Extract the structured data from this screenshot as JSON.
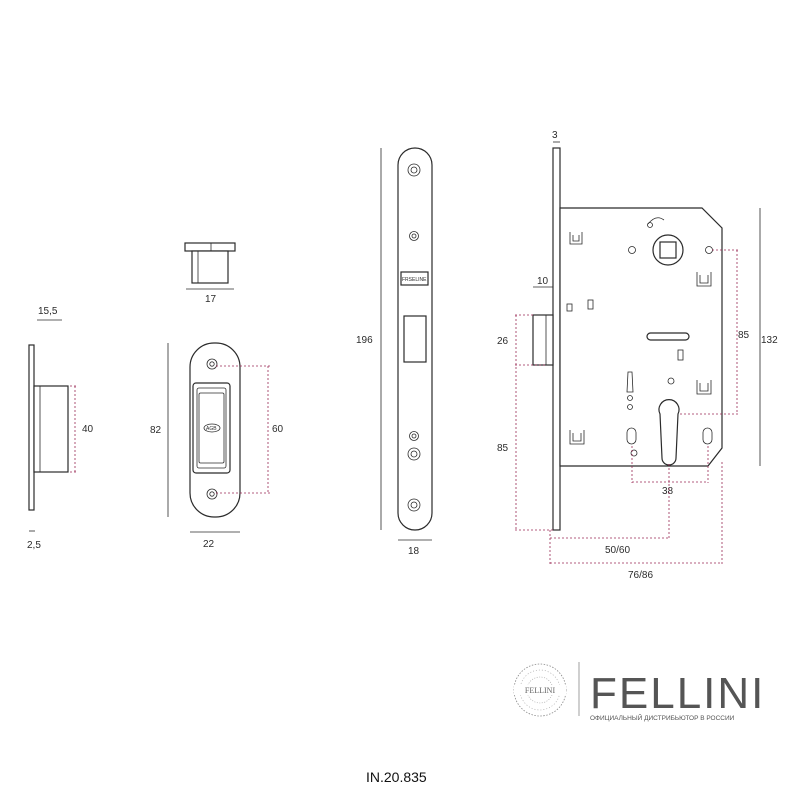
{
  "dimensions": {
    "strike_width": "15,5",
    "strike_height": "40",
    "strike_thickness": "2,5",
    "latch_width": "17",
    "plate_height": "82",
    "plate_hole_spacing": "60",
    "plate_width": "22",
    "faceplate_height": "196",
    "faceplate_width": "18",
    "faceplate_thickness": "3",
    "latch_projection": "10",
    "latch_height": "26",
    "latch_to_bottom": "85",
    "spindle_to_cylinder": "85",
    "case_height": "132",
    "cylinder_width": "38",
    "backset": "50/60",
    "overall_depth": "76/86"
  },
  "faceplate_marking": "FRSELINE",
  "plate_marking": "AGB",
  "brand": {
    "name": "FELLINI",
    "tagline": "ОФИЦИАЛЬНЫЙ ДИСТРИБЬЮТОР В РОССИИ",
    "emblem_text": "FELLINI"
  },
  "model_code": "IN.20.835",
  "colors": {
    "line": "#2b2b2b",
    "dimension": "#9a2a55",
    "brand": "#555555"
  }
}
